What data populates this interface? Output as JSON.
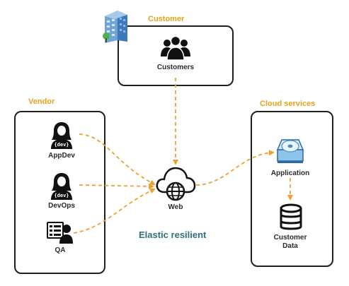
{
  "diagram": {
    "colors": {
      "accent": "#f0a030",
      "section_label": "#e8a21a",
      "caption": "#2f6f7a",
      "border": "#1f1f1f"
    },
    "groups": {
      "customer": {
        "label": "Customer"
      },
      "vendor": {
        "label": "Vendor"
      },
      "cloud": {
        "label": "Cloud services"
      }
    },
    "nodes": {
      "customers": {
        "label": "Customers",
        "icon": "group-icon"
      },
      "appdev": {
        "label": "AppDev",
        "icon": "developer-icon",
        "tag": "{dev}"
      },
      "devops": {
        "label": "DevOps",
        "icon": "developer-icon",
        "tag": "{dev}"
      },
      "qa": {
        "label": "QA",
        "icon": "tester-icon"
      },
      "web": {
        "label": "Web",
        "icon": "cloud-globe-icon"
      },
      "application": {
        "label": "Application",
        "icon": "application-disc-icon"
      },
      "customer_data_line1": "Customer",
      "customer_data_line2": "Data",
      "customer_data_icon": "database-icon"
    },
    "caption": "Elastic resilient",
    "building_icon": "office-building-icon"
  }
}
